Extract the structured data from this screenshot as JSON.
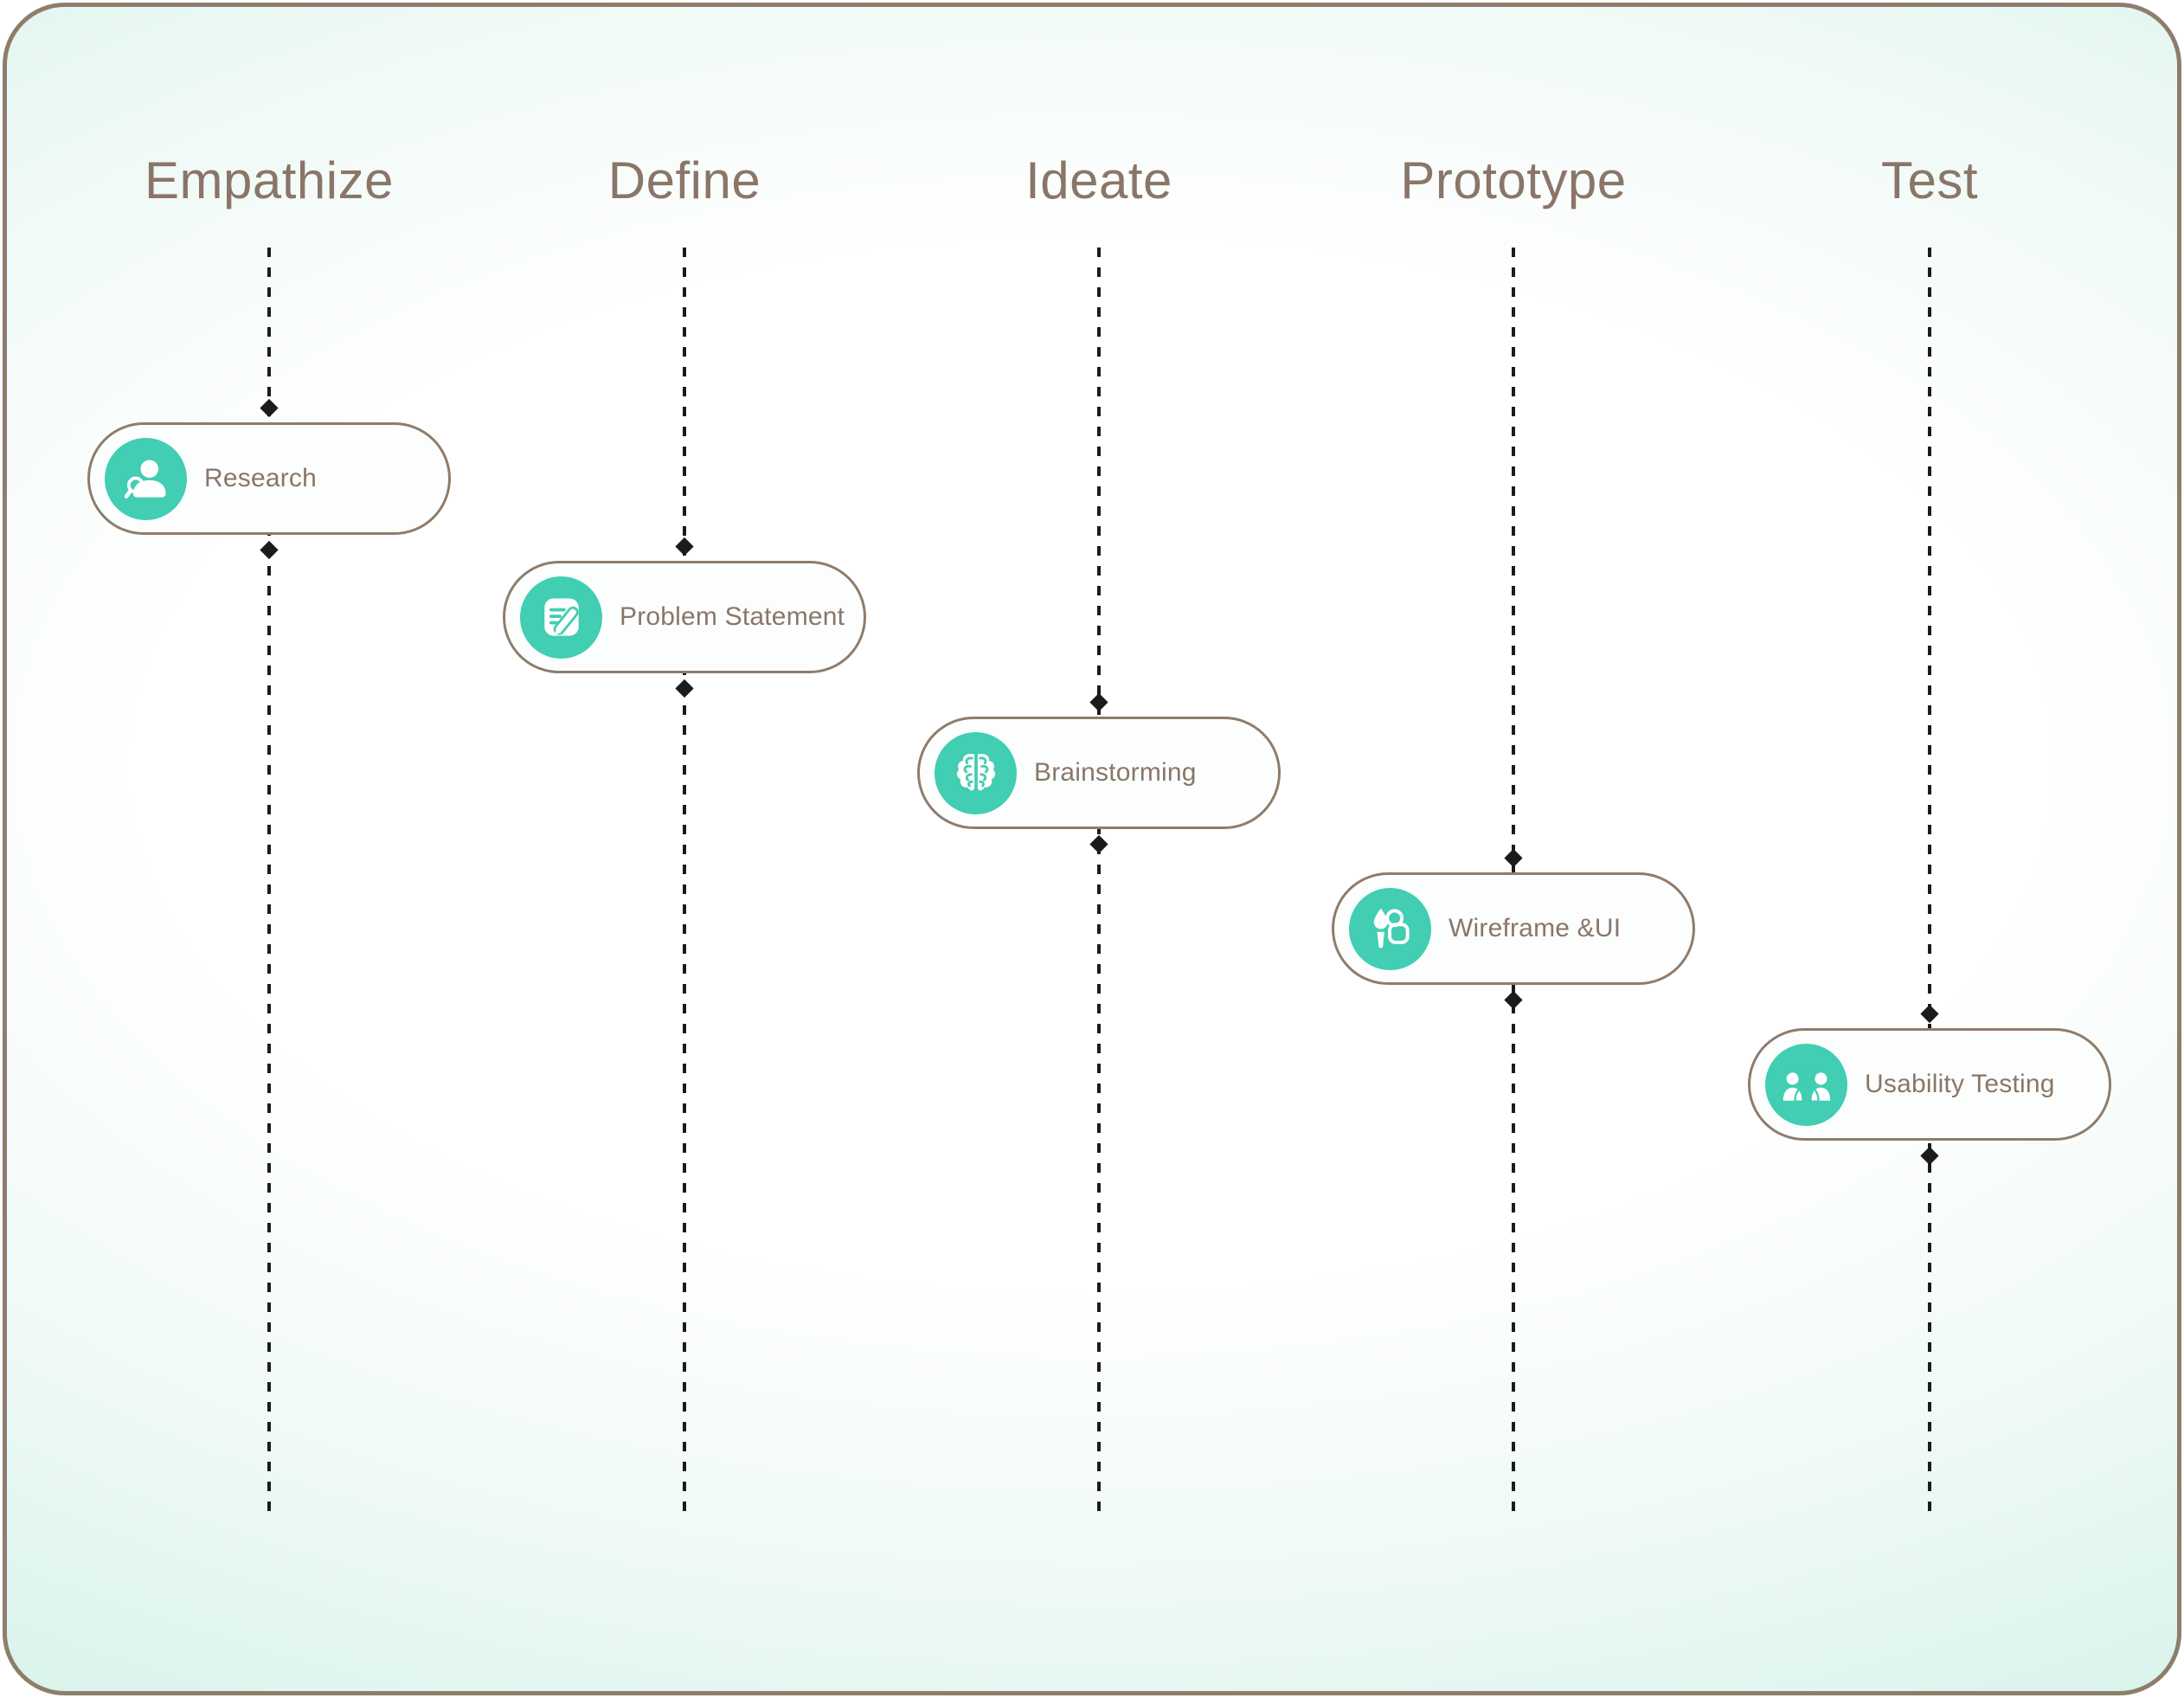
{
  "colors": {
    "teal": "#41CEB2",
    "text_brown": "#8A7668",
    "pill_border": "#8E7C6B",
    "outer_border": "#8F7D6C",
    "line": "#1B1B1B",
    "mint_edge": "#C7EFE6",
    "card_background": "#FCFEFD"
  },
  "columns": [
    {
      "title": "Empathize",
      "card": {
        "label": "Research",
        "icon": "user-search-icon"
      }
    },
    {
      "title": "Define",
      "card": {
        "label": "Problem Statement",
        "icon": "note-edit-icon"
      }
    },
    {
      "title": "Ideate",
      "card": {
        "label": "Brainstorming",
        "icon": "brain-icon"
      }
    },
    {
      "title": "Prototype",
      "card": {
        "label": "Wireframe &UI",
        "icon": "brush-frame-icon"
      }
    },
    {
      "title": "Test",
      "card": {
        "label": "Usability Testing",
        "icon": "users-group-icon"
      }
    }
  ]
}
